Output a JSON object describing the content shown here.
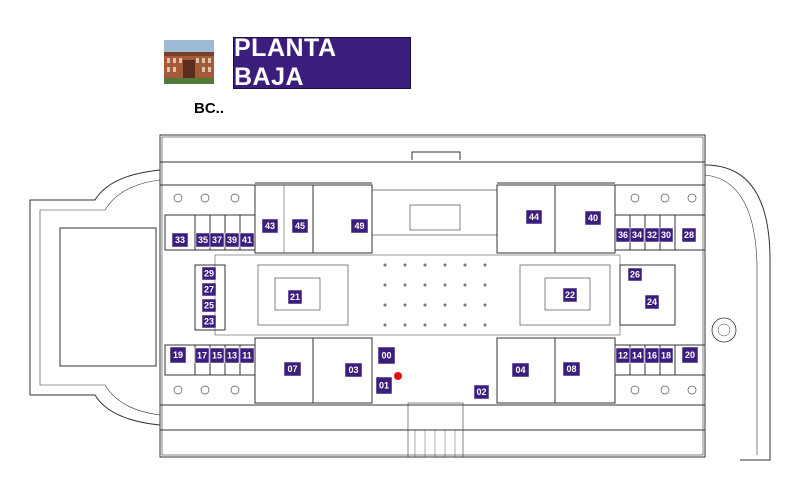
{
  "header": {
    "title": "PLANTA BAJA",
    "building_code": "BC..",
    "photo_icon": "building-photo-icon"
  },
  "colors": {
    "title_bg": "#3b1d7c",
    "room_badge": "#3b1d7c",
    "marker": "#e01010",
    "wall": "#333333"
  },
  "rooms": [
    "00",
    "01",
    "02",
    "03",
    "04",
    "07",
    "08",
    "11",
    "12",
    "13",
    "14",
    "15",
    "16",
    "17",
    "18",
    "19",
    "20",
    "21",
    "22",
    "23",
    "24",
    "25",
    "26",
    "27",
    "28",
    "29",
    "30",
    "32",
    "33",
    "34",
    "35",
    "36",
    "37",
    "39",
    "40",
    "41",
    "43",
    "44",
    "45",
    "49"
  ],
  "marker": {
    "label": "location-marker"
  }
}
